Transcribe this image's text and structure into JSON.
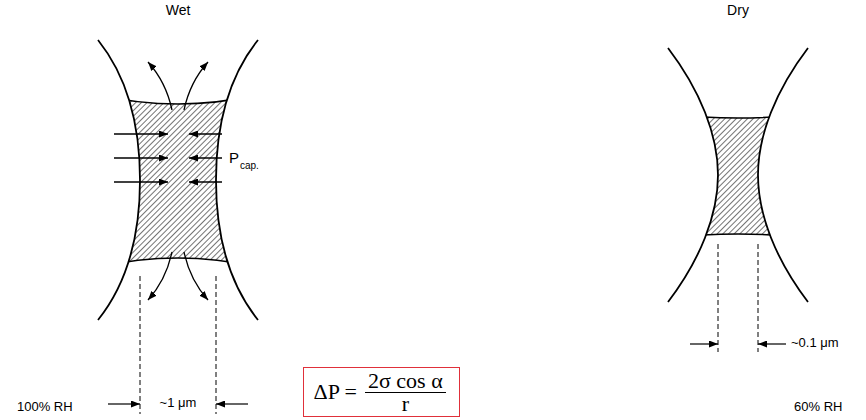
{
  "diagram": {
    "nodes": [
      {
        "text": [
          "ΔP =",
          "2σ cos α",
          "r"
        ]
      }
    ],
    "labels": [
      "Wet",
      "Dry",
      "P",
      "cap.",
      "~1 μm",
      "100% RH",
      "~0.1 μm",
      "60% RH"
    ]
  }
}
